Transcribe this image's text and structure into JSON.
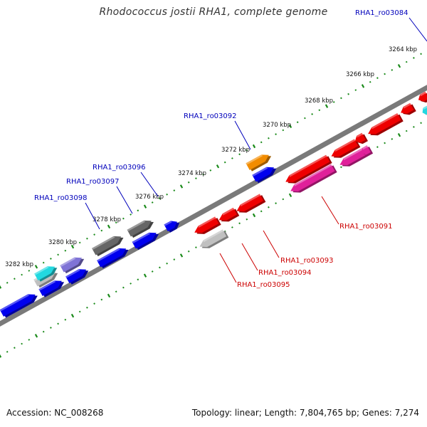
{
  "title": "Rhodococcus jostii RHA1, complete genome",
  "accession": "Accession: NC_008268",
  "topology": "Topology: linear; Length: 7,804,765 bp; Genes: 7,274",
  "colors": {
    "backbone": "#7a7a7a",
    "ticks": "#1a8a1a",
    "forward_label": "#0000bb",
    "reverse_label": "#cc0000",
    "blue": "#0000ee",
    "red": "#ee0000",
    "gray": "#666666",
    "light_gray": "#c0c0c0",
    "orange": "#f28c00",
    "magenta": "#e0209a",
    "cyan": "#22d8e0",
    "purple": "#7f73d6"
  },
  "scale_labels": [
    "3264 kbp",
    "3266 kbp",
    "3268 kbp",
    "3270 kbp",
    "3272 kbp",
    "3274 kbp",
    "3276 kbp",
    "3278 kbp",
    "3280 kbp",
    "3282 kbp"
  ],
  "forward_labels": [
    "RHA1_ro03084",
    "RHA1_ro03092",
    "RHA1_ro03096",
    "RHA1_ro03097",
    "RHA1_ro03098"
  ],
  "reverse_labels": [
    "RHA1_ro03091",
    "RHA1_ro03093",
    "RHA1_ro03094",
    "RHA1_ro03095"
  ]
}
